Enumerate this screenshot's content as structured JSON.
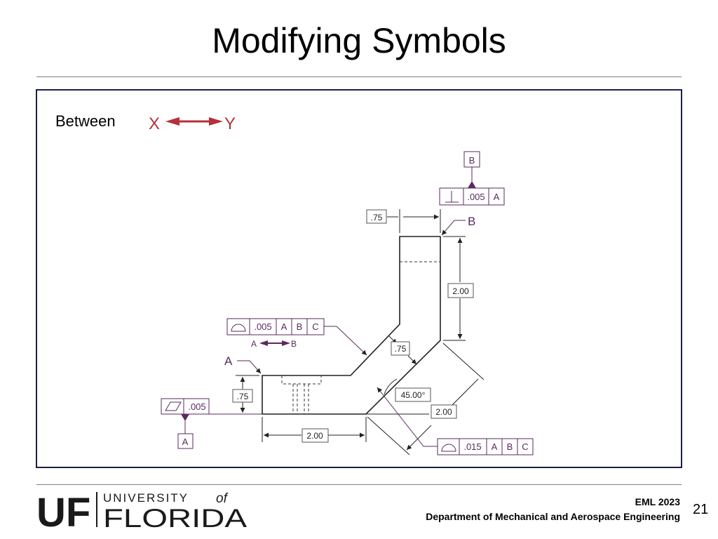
{
  "slide": {
    "title": "Modifying Symbols",
    "between_label": "Between",
    "legend_from": "X",
    "legend_to": "Y",
    "page_number": "21",
    "footer_course": "EML 2023",
    "footer_department": "Department of Mechanical and Aerospace Engineering"
  },
  "logo": {
    "uf": "UF",
    "university": "UNIVERSITY",
    "of": "of",
    "florida": "FLORIDA"
  },
  "drawing": {
    "datum_a": "A",
    "datum_b": "B",
    "datum_a_box": "A",
    "datum_b_box": "B",
    "dim_top_width": ".75",
    "dim_vertical": "2.00",
    "dim_mid": ".75",
    "dim_left_height": ".75",
    "dim_angle": "45.00°",
    "dim_bottom": "2.00",
    "dim_diag": "2.00",
    "fcf_perp": {
      "tolerance": ".005",
      "datum": "A"
    },
    "fcf_profile": {
      "tolerance": ".005",
      "datums": [
        "A",
        "B",
        "C"
      ]
    },
    "fcf_flat": {
      "tolerance": ".005"
    },
    "fcf_profile2": {
      "tolerance": ".015",
      "datums": [
        "A",
        "B",
        "C"
      ]
    },
    "between_sub_from": "A",
    "between_sub_to": "B"
  },
  "colors": {
    "accent_red": "#b5303a",
    "drawing_purple": "#5a2a5f",
    "frame_navy": "#1b1f4b"
  }
}
